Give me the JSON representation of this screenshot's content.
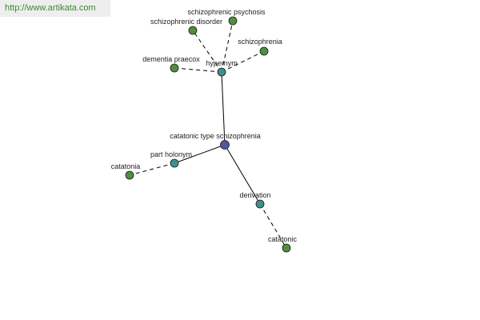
{
  "site": {
    "url_text": "http://www.artikata.com"
  },
  "colors": {
    "center": "#4a5aa0",
    "relation": "#3f8f8f",
    "leaf": "#4f8f3f",
    "watermark_text": "#3a8a2e",
    "edge": "#000000"
  },
  "graph": {
    "center": {
      "id": "center",
      "label": "catatonic type schizophrenia",
      "kind": "center"
    },
    "relations": [
      {
        "id": "hypernym",
        "label": "hypernym",
        "kind": "relation"
      },
      {
        "id": "part-holonym",
        "label": "part holonym",
        "kind": "relation"
      },
      {
        "id": "derivation",
        "label": "derivation",
        "kind": "relation"
      }
    ],
    "leaves": [
      {
        "id": "schizophrenic-psychosis",
        "label": "schizophrenic psychosis",
        "kind": "leaf",
        "relation": "hypernym"
      },
      {
        "id": "schizophrenic-disorder",
        "label": "schizophrenic disorder",
        "kind": "leaf",
        "relation": "hypernym"
      },
      {
        "id": "schizophrenia",
        "label": "schizophrenia",
        "kind": "leaf",
        "relation": "hypernym"
      },
      {
        "id": "dementia-praecox",
        "label": "dementia praecox",
        "kind": "leaf",
        "relation": "hypernym"
      },
      {
        "id": "catatonia",
        "label": "catatonia",
        "kind": "leaf",
        "relation": "part-holonym"
      },
      {
        "id": "catatonic",
        "label": "catatonic",
        "kind": "leaf",
        "relation": "derivation"
      }
    ]
  }
}
